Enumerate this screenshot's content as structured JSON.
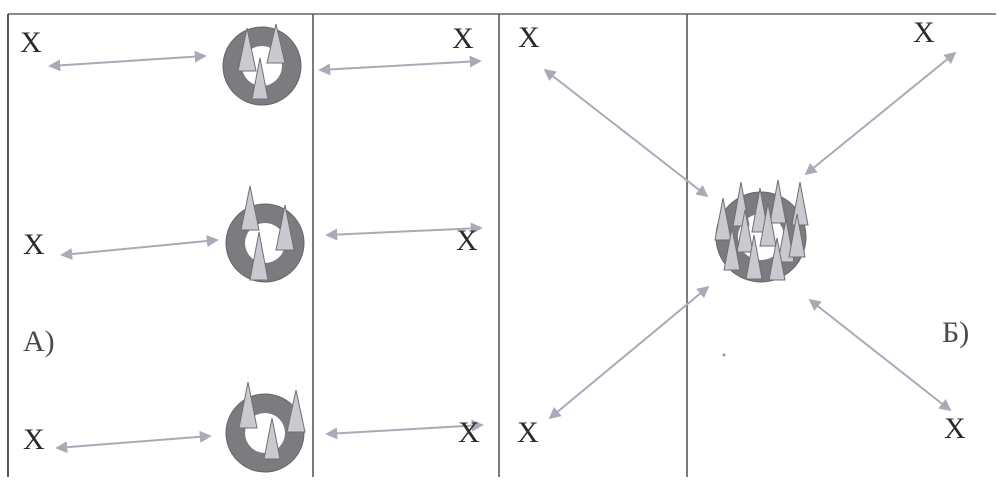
{
  "diagram": {
    "player_marker": "X",
    "panel_a_label": "А)",
    "panel_b_label": "Б)",
    "colors": {
      "background": "#ffffff",
      "line": "#555555",
      "arrow": "#a8aab8",
      "ring": "#7b7b80",
      "cone": "#c8cacf",
      "cone_edge": "#6f7075",
      "text": "#2a2a2a"
    },
    "panels": [
      {
        "name": "A",
        "cone_clusters": 3,
        "players": 6
      },
      {
        "name": "Б",
        "cone_clusters": 1,
        "players": 4
      }
    ]
  }
}
